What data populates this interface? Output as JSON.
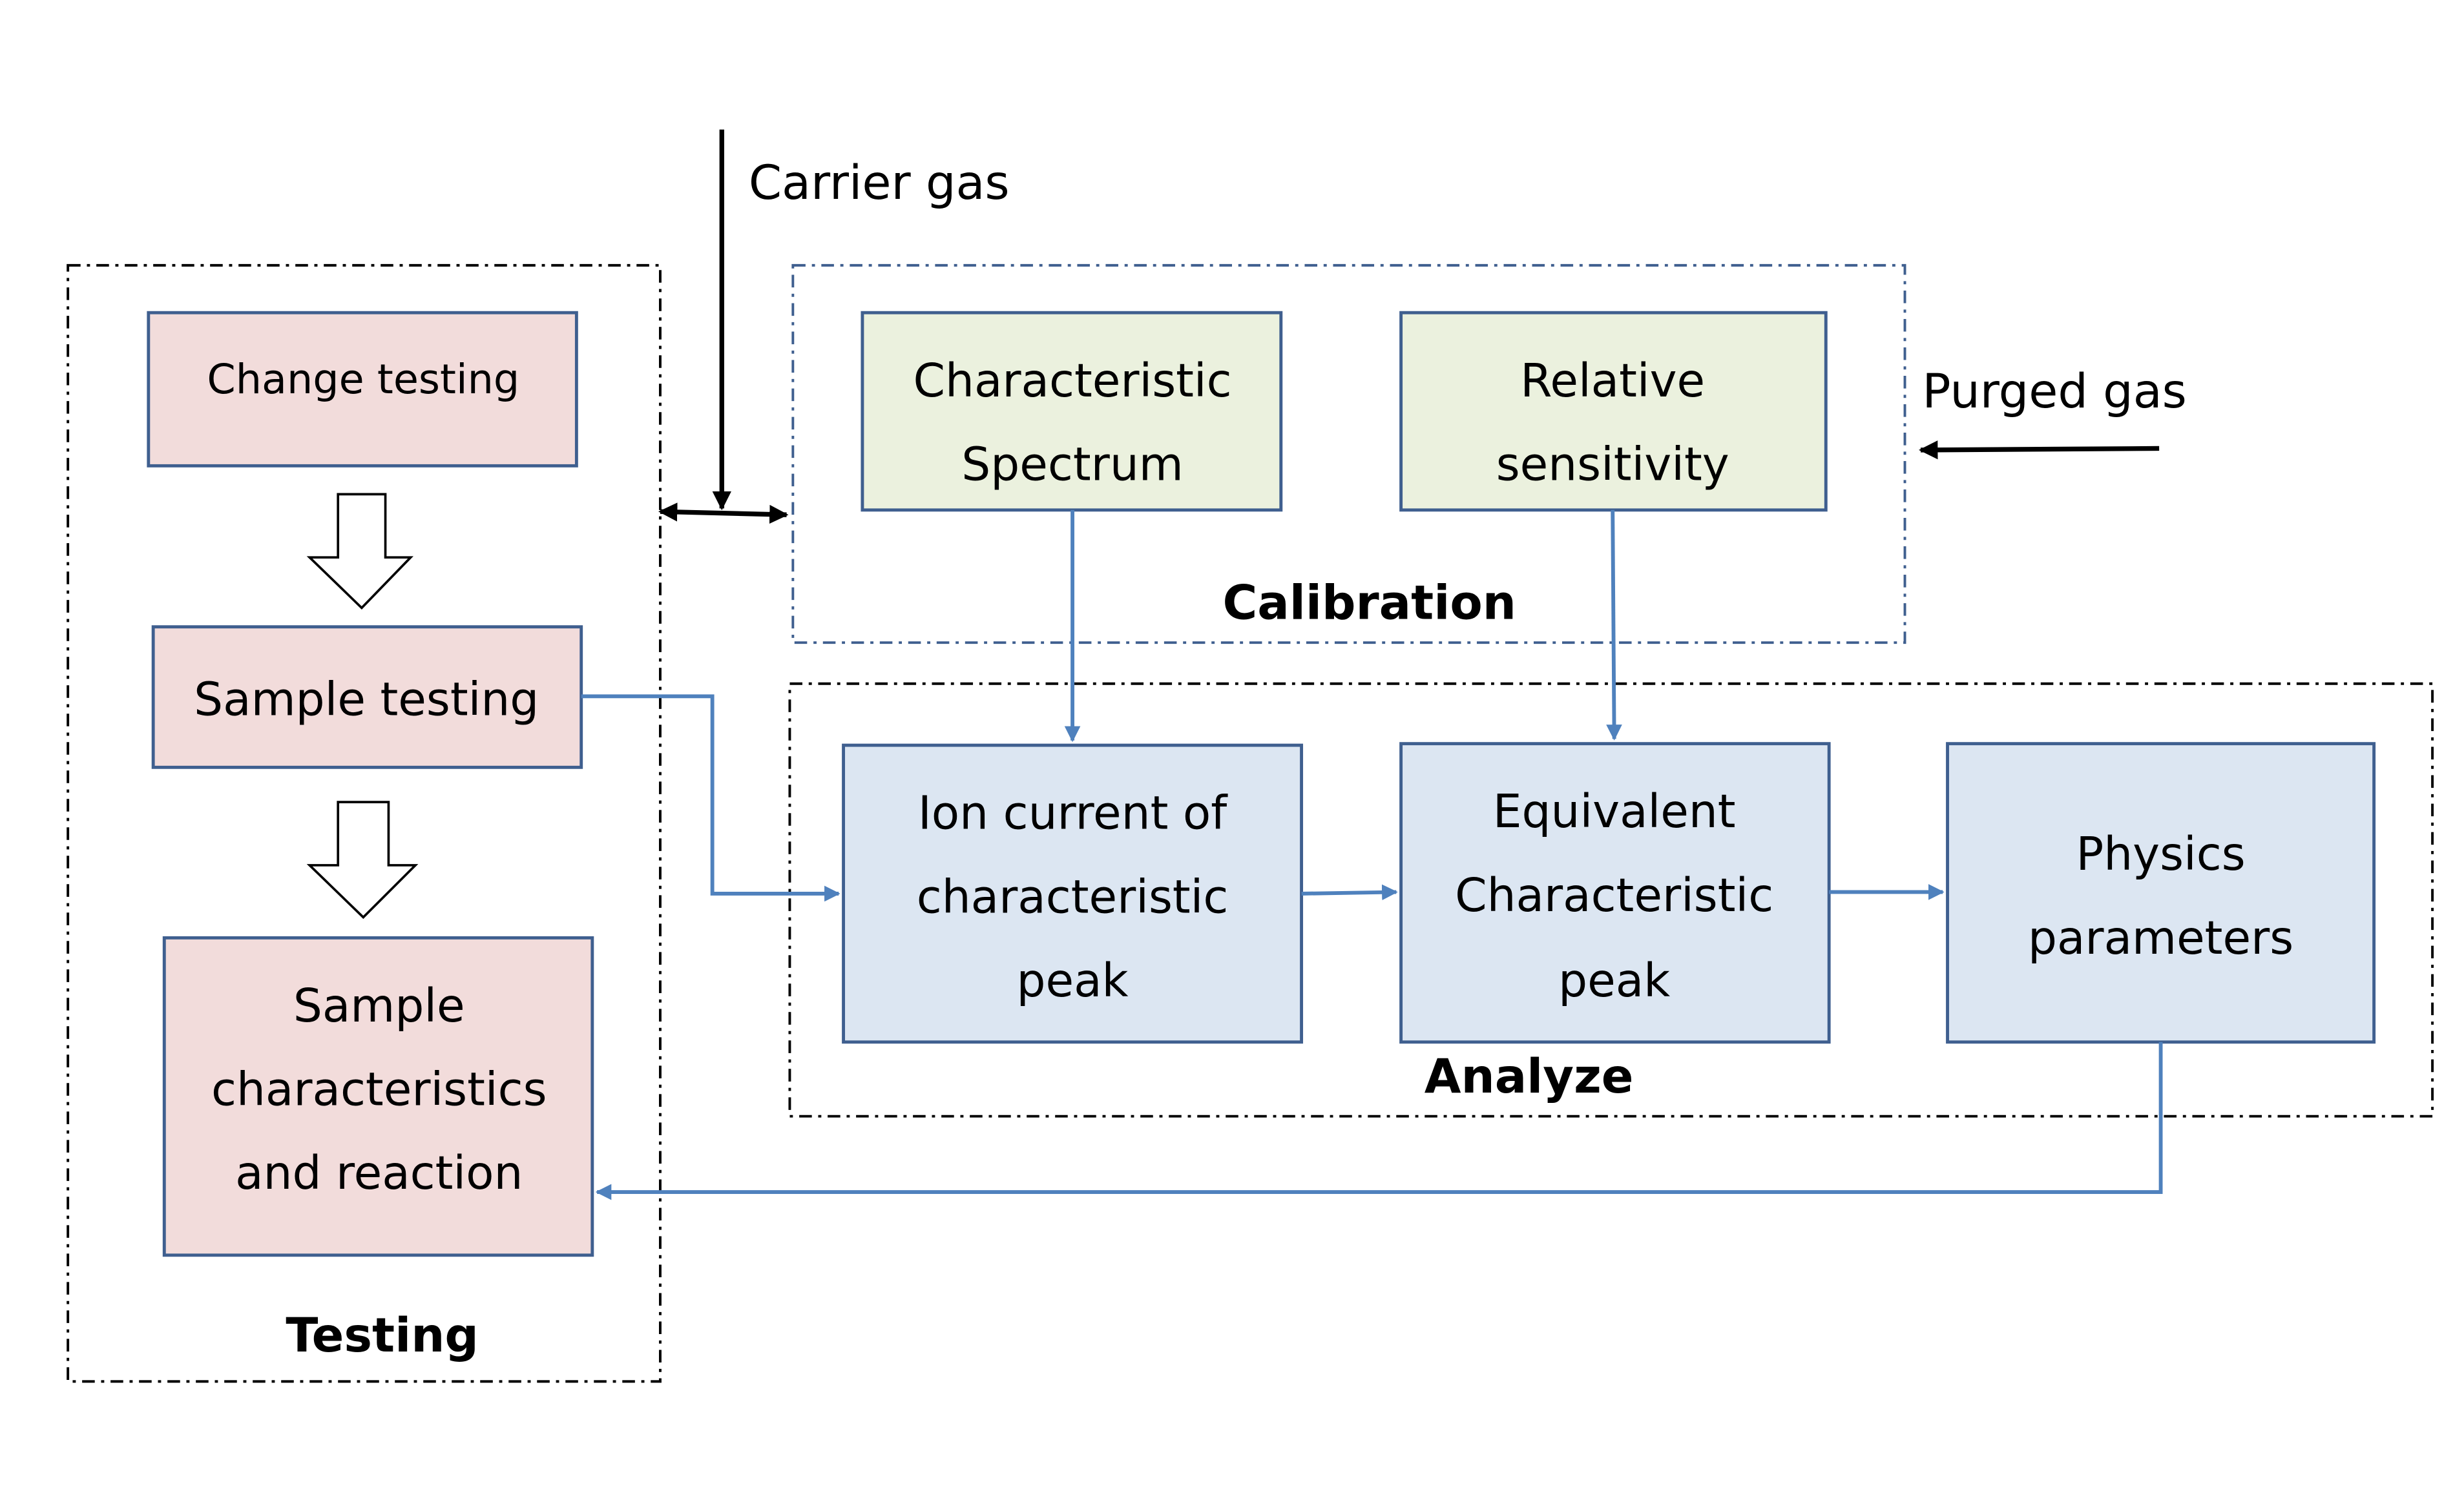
{
  "title": "Testing, calibration and analysis workflow",
  "colors": {
    "testing_fill": "#f2dcdb",
    "calibration_fill": "#ebf1de",
    "analyze_fill": "#dce6f2",
    "box_border": "#3f5f8f",
    "connector": "#4f81bd",
    "group_border_black": "#000000",
    "group_border_blue": "#3f5f8f"
  },
  "groups": {
    "testing": "Testing",
    "calibration": "Calibration",
    "analyze": "Analyze"
  },
  "inputs": {
    "carrier_gas": "Carrier gas",
    "purged_gas": "Purged gas"
  },
  "boxes": {
    "change_testing": [
      "Change testing"
    ],
    "sample_testing": [
      "Sample testing"
    ],
    "sample_characteristics": [
      "Sample",
      "characteristics",
      "and reaction"
    ],
    "characteristic_spectrum": [
      "Characteristic",
      "Spectrum"
    ],
    "relative_sensitivity": [
      "Relative",
      "sensitivity"
    ],
    "ion_current": [
      "Ion current of",
      "characteristic",
      "peak"
    ],
    "equivalent_peak": [
      "Equivalent",
      "Characteristic",
      "peak"
    ],
    "physics_parameters": [
      "Physics",
      "parameters"
    ]
  }
}
